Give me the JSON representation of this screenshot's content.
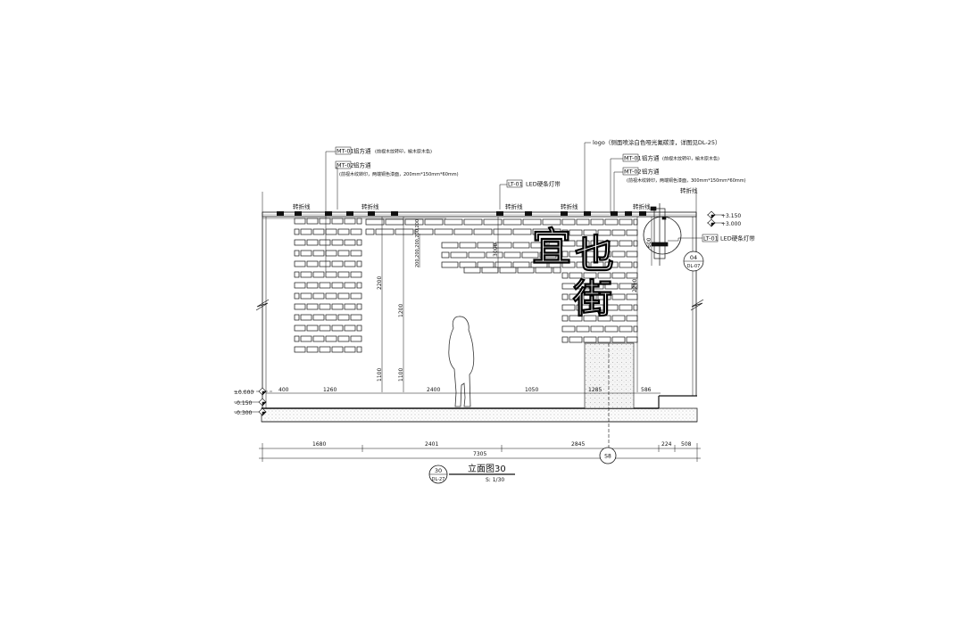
{
  "logo_chars": [
    "宜",
    "也",
    "街"
  ],
  "annotations": {
    "mt01_left": {
      "code": "MT-01",
      "name": "铝方通",
      "note": "(前视木纹转印，榆木原木色)"
    },
    "mt02_left": {
      "code": "MT-02",
      "name": "铝方通",
      "note": "(前视木纹转印，两端铜色漆面，200mm*150mm*60mm)"
    },
    "lt01_mid": {
      "code": "LT-01",
      "name": "LED硬条灯带"
    },
    "logo_note": "logo（侧面喷涂白色哑光氟碳漆，详图见DL-25）",
    "mt01_right": {
      "code": "MT-01",
      "name": "铝方通",
      "note": "(前视木纹转印，榆木原木色)"
    },
    "mt02_right": {
      "code": "MT-02",
      "name": "铝方通",
      "note": "(前视木纹转印，两端铜色漆面，300mm*150mm*60mm)"
    },
    "lt01_right": {
      "code": "LT-01",
      "name": "LED硬条灯带"
    },
    "fold_line": "转折线"
  },
  "elevations": {
    "top1": "+3.150",
    "top2": "+3.000",
    "zero": "±0.000",
    "minus1": "-0.150",
    "minus2": "-0.300"
  },
  "detail_callout": {
    "number": "04",
    "sheet": "DL-07"
  },
  "section_marker": "S8",
  "vertical_dims": [
    "2200",
    "1200",
    "1100",
    "1100",
    "2200",
    "3000",
    "200,200,200,200,200",
    "600"
  ],
  "horizontal_dims_top": [
    "400",
    "1260",
    "2400",
    "1050",
    "1285",
    "586"
  ],
  "horizontal_dims_bottom": [
    "1680",
    "2401",
    "2845",
    "224",
    "508"
  ],
  "total_dim": "7305",
  "title": {
    "number": "30",
    "sheet": "DL-27",
    "name": "立面图30",
    "scale": "S: 1/30"
  }
}
